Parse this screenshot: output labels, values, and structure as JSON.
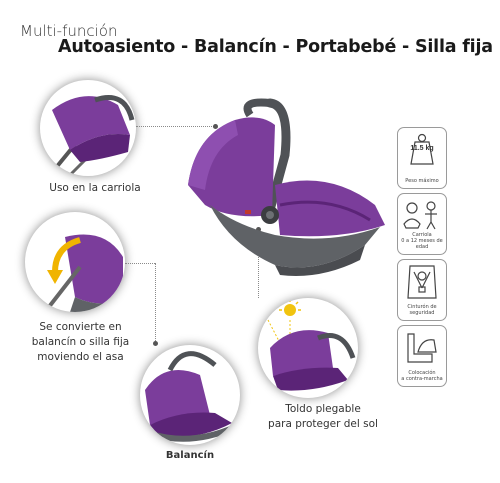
{
  "header": {
    "subtitle": "Multi-función",
    "headline": "Autoasiento - Balancín - Portabebé - Silla fija"
  },
  "features": [
    {
      "id": "carriola",
      "caption": "Uso en la carriola"
    },
    {
      "id": "silla-fija",
      "caption_lines": [
        "Se convierte en",
        "balancín o silla fija",
        "moviendo el asa"
      ]
    },
    {
      "id": "balancin",
      "caption": "Balancín"
    },
    {
      "id": "toldo",
      "caption_lines": [
        "Toldo plegable",
        "para proteger del sol"
      ]
    }
  ],
  "badges": [
    {
      "icon": "weight-icon",
      "value": "11.5 kg",
      "label": "Peso máximo"
    },
    {
      "icon": "baby-icon",
      "label_lines": [
        "Carriola",
        "0 a 12 meses de edad"
      ]
    },
    {
      "icon": "harness-icon",
      "label": "Cinturón de seguridad"
    },
    {
      "icon": "seat-direction-icon",
      "label_lines": [
        "Colocación",
        "a contra-marcha"
      ]
    }
  ],
  "colors": {
    "fabric": "#7b3d9b",
    "fabric_dark": "#5b2477",
    "shell": "#5f6266",
    "handle": "#4f5256",
    "sun": "#f1c40f",
    "arrow": "#f0b400"
  }
}
